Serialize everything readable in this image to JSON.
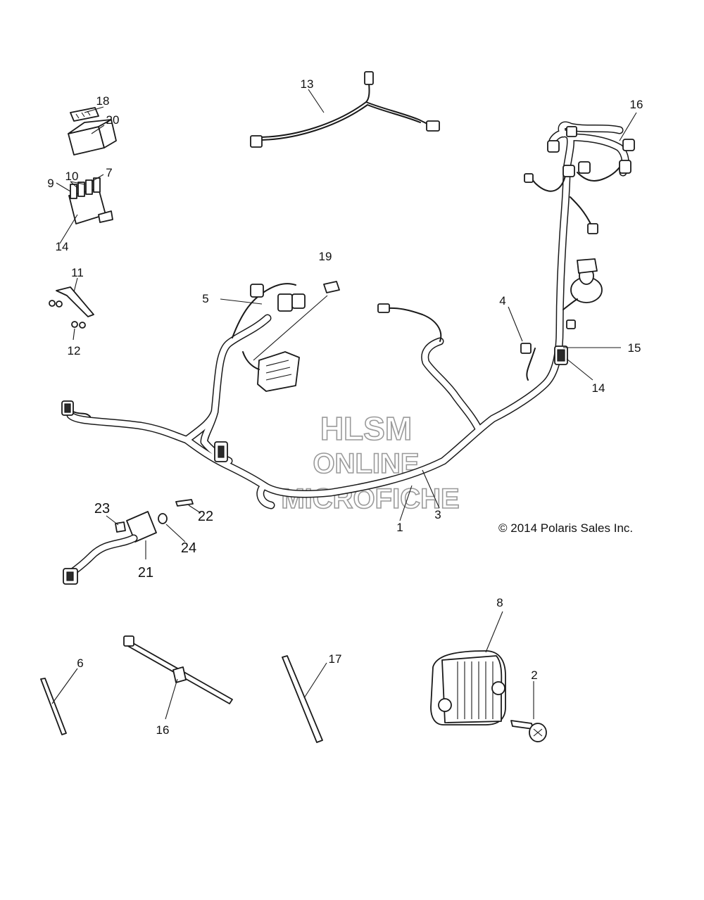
{
  "diagram": {
    "copyright": "© 2014 Polaris Sales Inc.",
    "watermark": {
      "line1": "HLSM",
      "line2": "ONLINE",
      "line3": "MICROFICHE"
    },
    "callouts": {
      "c1": "1",
      "c2": "2",
      "c3": "3",
      "c4": "4",
      "c5": "5",
      "c6": "6",
      "c7": "7",
      "c8": "8",
      "c9": "9",
      "c10": "10",
      "c11": "11",
      "c12": "12",
      "c13": "13",
      "c14a": "14",
      "c14b": "14",
      "c15": "15",
      "c16a": "16",
      "c16b": "16",
      "c17": "17",
      "c18": "18",
      "c19": "19",
      "c20": "20",
      "c21": "21",
      "c22": "22",
      "c23": "23",
      "c24": "24"
    }
  }
}
